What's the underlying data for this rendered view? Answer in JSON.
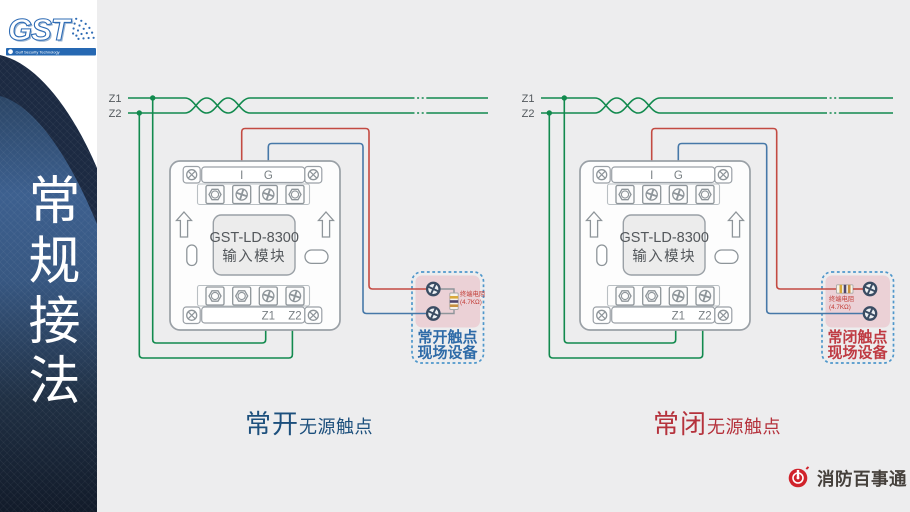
{
  "sidebar": {
    "logo_text": "GST",
    "logo_tagline": "Gulf Security Technology",
    "title": "常规接法"
  },
  "diagrams": [
    {
      "bus": {
        "z1": "Z1",
        "z2": "Z2"
      },
      "module": {
        "model": "GST-LD-8300",
        "name": "输入模块",
        "terminal_i": "I",
        "terminal_g": "G",
        "terminal_z1": "Z1",
        "terminal_z2": "Z2"
      },
      "device": {
        "resistor_name": "终端电阻",
        "resistor_value": "(4.7KΩ)",
        "line1": "常开触点",
        "line2": "现场设备"
      },
      "caption": {
        "main": "常开",
        "suffix": "无源触点"
      }
    },
    {
      "bus": {
        "z1": "Z1",
        "z2": "Z2"
      },
      "module": {
        "model": "GST-LD-8300",
        "name": "输入模块",
        "terminal_i": "I",
        "terminal_g": "G",
        "terminal_z1": "Z1",
        "terminal_z2": "Z2"
      },
      "device": {
        "resistor_name": "终端电阻",
        "resistor_value": "(4.7KΩ)",
        "line1": "常闭触点",
        "line2": "现场设备"
      },
      "caption": {
        "main": "常闭",
        "suffix": "无源触点"
      }
    }
  ],
  "footer": {
    "brand": "消防百事通"
  },
  "colors": {
    "background": "#ededee",
    "wire_green": "#128a4e",
    "wire_red": "#c34a42",
    "wire_blue": "#4678a8",
    "module_border": "#9aa0a6",
    "device_border": "#4e97cb",
    "device_fill": "#ebd1d6",
    "caption_normally_open": "#1c4f7c",
    "caption_normally_closed": "#b5323c",
    "sidebar_navy": "#1c2a42",
    "sidebar_steel": "#3d608f",
    "brand_red": "#d0232b"
  }
}
